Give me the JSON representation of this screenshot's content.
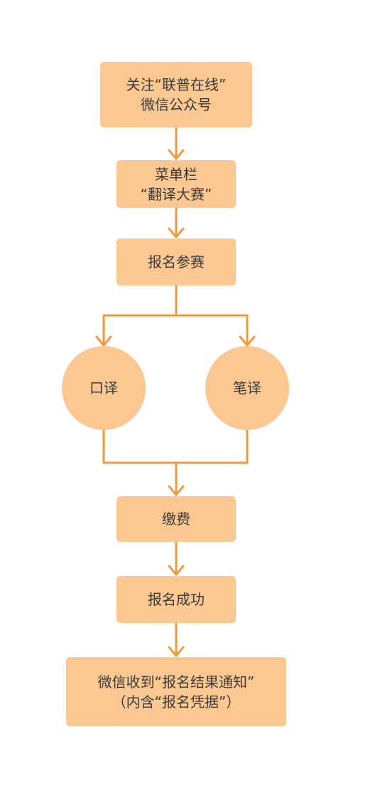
{
  "diagram": {
    "type": "flowchart",
    "colors": {
      "node_fill": "#fcc891",
      "connector": "#f4993a",
      "text": "#3a3a3a"
    },
    "nodes": {
      "follow": {
        "line1": "关注“联普在线”",
        "line2": "微信公众号"
      },
      "menu": {
        "line1": "菜单栏",
        "line2": "“翻译大赛”"
      },
      "register": {
        "line1": "报名参赛"
      },
      "interpretation": {
        "line1": "口译"
      },
      "translation": {
        "line1": "笔译"
      },
      "payment": {
        "line1": "缴费"
      },
      "success": {
        "line1": "报名成功"
      },
      "notice": {
        "line1": "微信收到“报名结果通知”",
        "line2": "（内含“报名凭据”）"
      }
    }
  }
}
